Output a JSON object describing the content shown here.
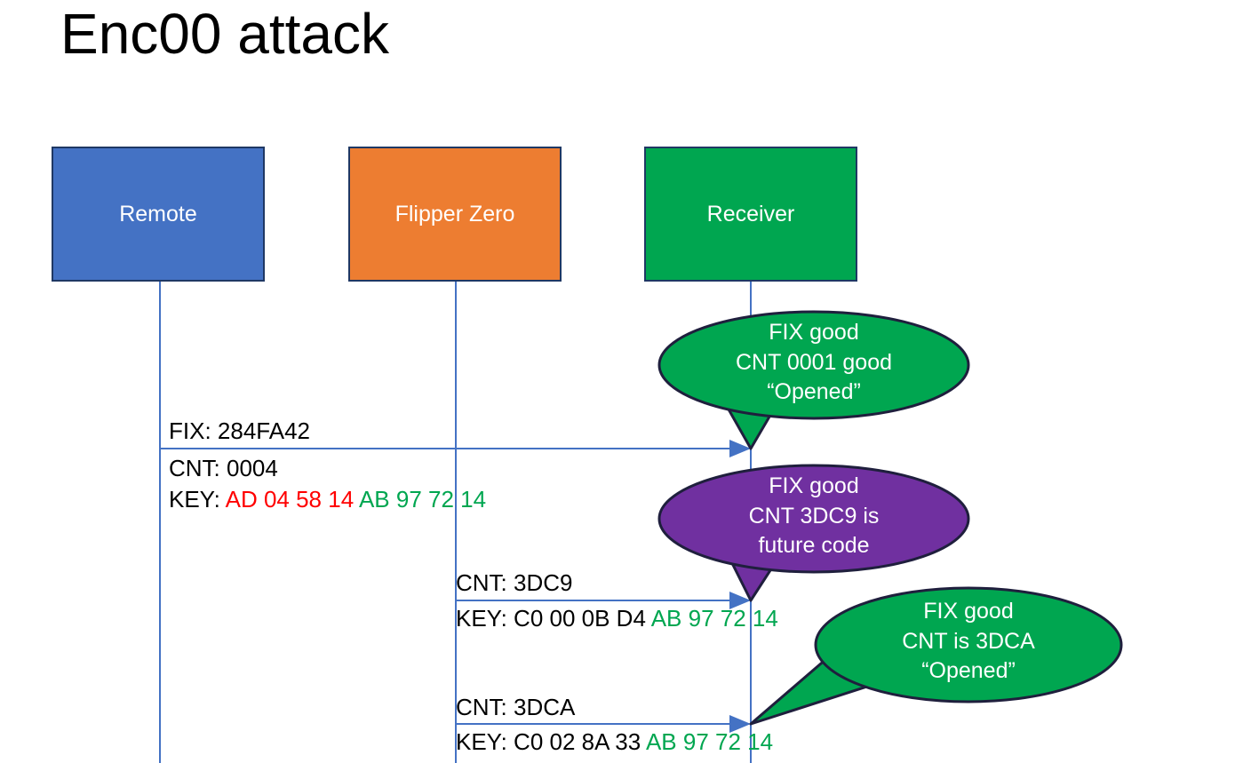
{
  "slide": {
    "title": "Enc00 attack",
    "background": "#ffffff"
  },
  "colors": {
    "remote_blue": "#4472C4",
    "flipper_orange": "#ED7D31",
    "receiver_green": "#00A650",
    "callout_green": "#00A650",
    "callout_purple": "#7030A0",
    "box_border": "#1F3864",
    "lifeline": "#4472C4",
    "hex_red": "#FF0000",
    "hex_green": "#00A650",
    "text_black": "#000000"
  },
  "actors": [
    {
      "id": "remote",
      "label": "Remote",
      "fill": "#4472C4"
    },
    {
      "id": "flipper",
      "label": "Flipper Zero",
      "fill": "#ED7D31"
    },
    {
      "id": "receiver",
      "label": "Receiver",
      "fill": "#00A650"
    }
  ],
  "messages": [
    {
      "id": "msg-1",
      "from": "remote",
      "to": "receiver",
      "lines": [
        {
          "text": "FIX: 284FA42"
        }
      ]
    },
    {
      "id": "msg-1-detail",
      "lines": [
        {
          "text": "CNT: 0004"
        }
      ]
    },
    {
      "id": "msg-1-key",
      "label": "KEY: ",
      "segments": [
        {
          "text": "AD 04 58 14 ",
          "color": "red"
        },
        {
          "text": "AB 97 72 14",
          "color": "green"
        }
      ]
    },
    {
      "id": "msg-2",
      "from": "flipper",
      "to": "receiver",
      "lines": [
        {
          "text": "CNT: 3DC9"
        }
      ]
    },
    {
      "id": "msg-2-key",
      "label": "KEY: ",
      "segments": [
        {
          "text": "C0 00 0B D4 ",
          "color": "black"
        },
        {
          "text": "AB 97 72 14",
          "color": "green"
        }
      ]
    },
    {
      "id": "msg-3",
      "from": "flipper",
      "to": "receiver",
      "lines": [
        {
          "text": "CNT: 3DCA"
        }
      ]
    },
    {
      "id": "msg-3-key",
      "label": "KEY: ",
      "segments": [
        {
          "text": "C0 02 8A 33 ",
          "color": "black"
        },
        {
          "text": "AB 97 72 14",
          "color": "green"
        }
      ]
    }
  ],
  "callouts": [
    {
      "id": "callout-1",
      "fill": "#00A650",
      "lines": [
        "FIX good",
        "CNT 0001 good",
        "“Opened”"
      ]
    },
    {
      "id": "callout-2",
      "fill": "#7030A0",
      "lines": [
        "FIX good",
        "CNT 3DC9 is",
        "future code"
      ]
    },
    {
      "id": "callout-3",
      "fill": "#00A650",
      "lines": [
        "FIX good",
        "CNT is 3DCA",
        "“Opened”"
      ]
    }
  ]
}
